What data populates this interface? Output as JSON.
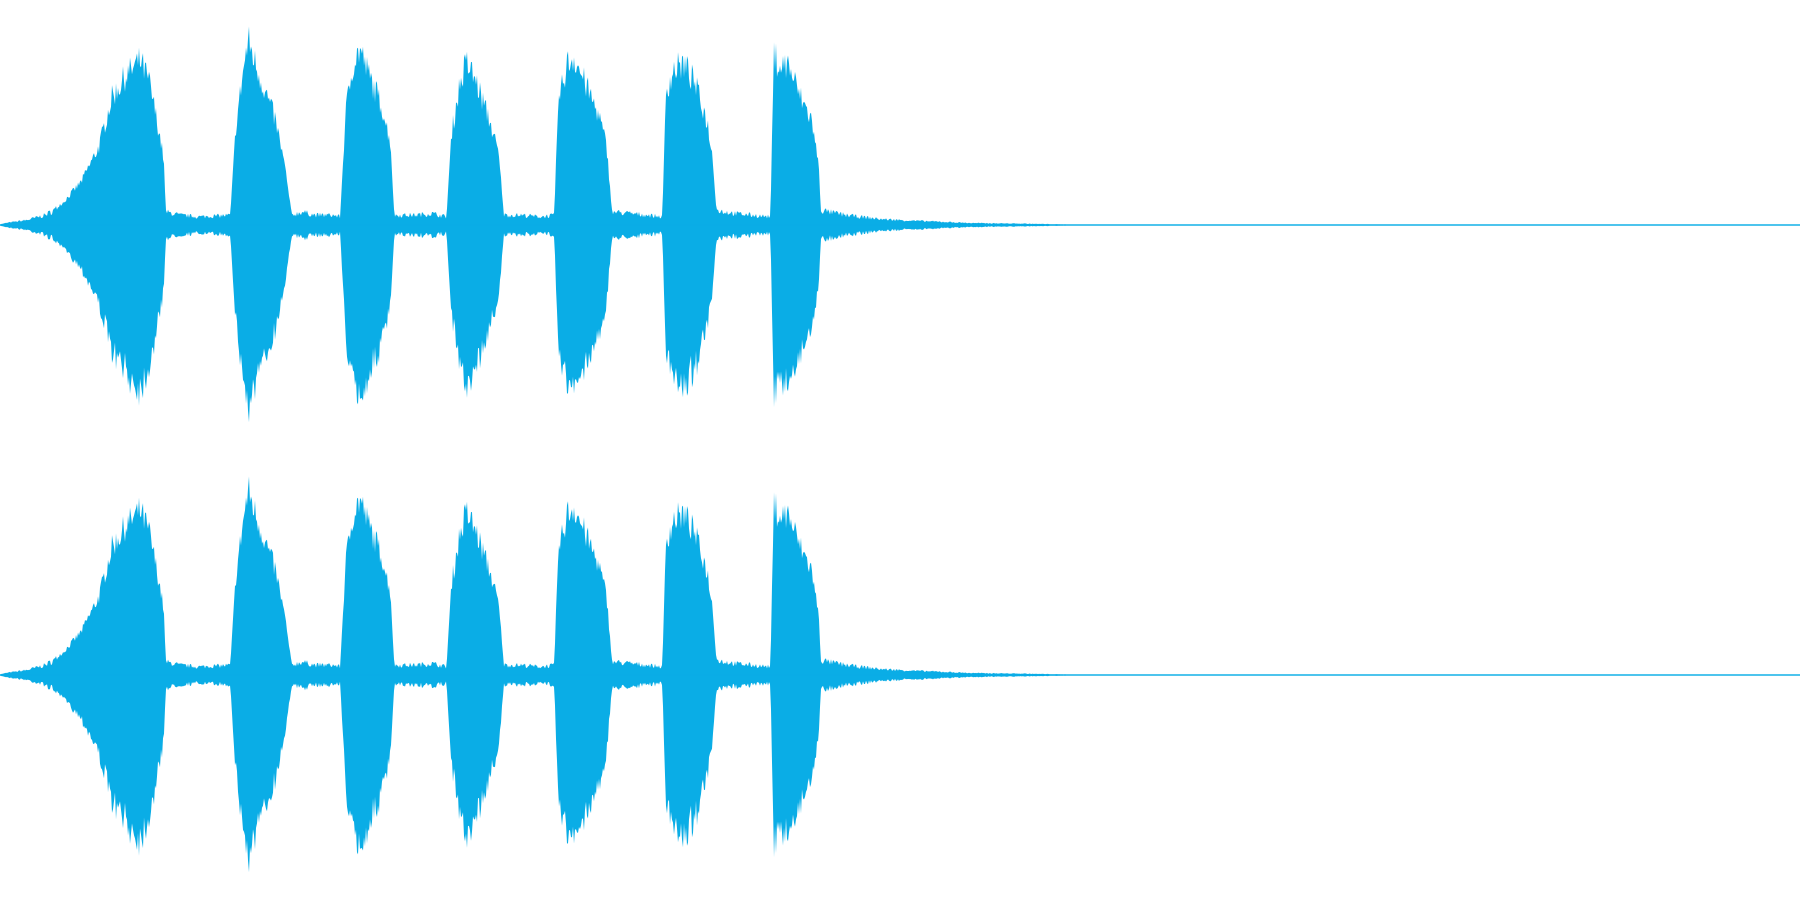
{
  "waveform": {
    "color": "#0aade6",
    "background": "#ffffff",
    "channels": [
      "left",
      "right"
    ],
    "envelope_points": [
      [
        0.0,
        0.005
      ],
      [
        0.005,
        0.015
      ],
      [
        0.015,
        0.03
      ],
      [
        0.025,
        0.06
      ],
      [
        0.035,
        0.12
      ],
      [
        0.045,
        0.23
      ],
      [
        0.055,
        0.42
      ],
      [
        0.062,
        0.68
      ],
      [
        0.07,
        0.8
      ],
      [
        0.078,
        0.88
      ],
      [
        0.083,
        0.76
      ],
      [
        0.088,
        0.52
      ],
      [
        0.091,
        0.35
      ],
      [
        0.092,
        0.08
      ],
      [
        0.1,
        0.06
      ],
      [
        0.11,
        0.05
      ],
      [
        0.12,
        0.055
      ],
      [
        0.128,
        0.06
      ],
      [
        0.131,
        0.52
      ],
      [
        0.135,
        0.82
      ],
      [
        0.138,
        0.99
      ],
      [
        0.142,
        0.86
      ],
      [
        0.148,
        0.7
      ],
      [
        0.153,
        0.56
      ],
      [
        0.158,
        0.33
      ],
      [
        0.162,
        0.06
      ],
      [
        0.168,
        0.08
      ],
      [
        0.175,
        0.06
      ],
      [
        0.185,
        0.06
      ],
      [
        0.189,
        0.05
      ],
      [
        0.192,
        0.6
      ],
      [
        0.196,
        0.86
      ],
      [
        0.2,
        0.94
      ],
      [
        0.205,
        0.8
      ],
      [
        0.212,
        0.64
      ],
      [
        0.217,
        0.44
      ],
      [
        0.219,
        0.06
      ],
      [
        0.23,
        0.06
      ],
      [
        0.24,
        0.07
      ],
      [
        0.248,
        0.05
      ],
      [
        0.251,
        0.5
      ],
      [
        0.255,
        0.73
      ],
      [
        0.259,
        0.87
      ],
      [
        0.264,
        0.78
      ],
      [
        0.272,
        0.56
      ],
      [
        0.277,
        0.38
      ],
      [
        0.28,
        0.06
      ],
      [
        0.29,
        0.06
      ],
      [
        0.3,
        0.05
      ],
      [
        0.308,
        0.06
      ],
      [
        0.31,
        0.64
      ],
      [
        0.315,
        0.86
      ],
      [
        0.319,
        0.9
      ],
      [
        0.325,
        0.76
      ],
      [
        0.333,
        0.58
      ],
      [
        0.337,
        0.42
      ],
      [
        0.34,
        0.08
      ],
      [
        0.35,
        0.07
      ],
      [
        0.36,
        0.06
      ],
      [
        0.368,
        0.05
      ],
      [
        0.37,
        0.72
      ],
      [
        0.375,
        0.84
      ],
      [
        0.38,
        0.86
      ],
      [
        0.386,
        0.76
      ],
      [
        0.393,
        0.55
      ],
      [
        0.396,
        0.35
      ],
      [
        0.398,
        0.09
      ],
      [
        0.408,
        0.07
      ],
      [
        0.418,
        0.06
      ],
      [
        0.428,
        0.05
      ],
      [
        0.43,
        0.92
      ],
      [
        0.433,
        0.85
      ],
      [
        0.438,
        0.86
      ],
      [
        0.444,
        0.7
      ],
      [
        0.451,
        0.56
      ],
      [
        0.455,
        0.3
      ],
      [
        0.456,
        0.09
      ],
      [
        0.47,
        0.06
      ],
      [
        0.49,
        0.035
      ],
      [
        0.51,
        0.025
      ],
      [
        0.54,
        0.012
      ],
      [
        0.57,
        0.008
      ],
      [
        0.59,
        0.004
      ],
      [
        0.6,
        0.001
      ],
      [
        1.0,
        0.001
      ]
    ]
  }
}
